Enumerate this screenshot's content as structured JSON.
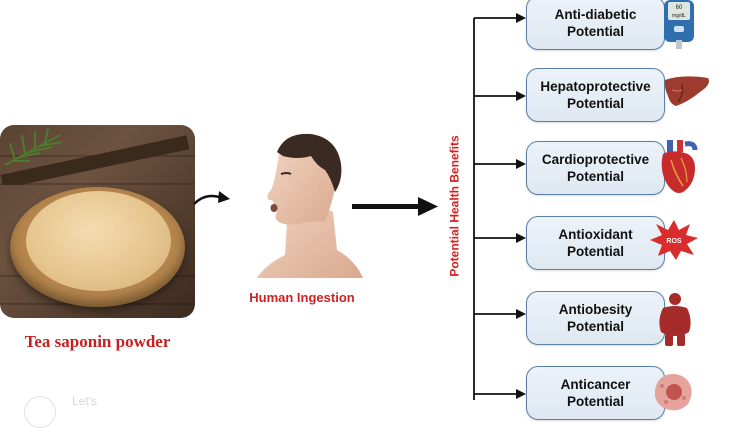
{
  "source": {
    "label": "Tea saponin powder"
  },
  "ingestion": {
    "label": "Human Ingestion"
  },
  "benefits_heading": "Potential Health Benefits",
  "benefits": [
    {
      "label": "Anti-diabetic\nPotential",
      "icon": "glucometer-icon"
    },
    {
      "label": "Hepatoprotective\nPotential",
      "icon": "liver-icon"
    },
    {
      "label": "Cardioprotective\nPotential",
      "icon": "heart-icon"
    },
    {
      "label": "Antioxidant\nPotential",
      "icon": "ros-icon",
      "icon_text": "ROS"
    },
    {
      "label": "Antiobesity\nPotential",
      "icon": "obese-person-icon"
    },
    {
      "label": "Anticancer\nPotential",
      "icon": "cancer-cell-icon"
    }
  ],
  "glucometer_reading": "60",
  "glucometer_unit": "mg/dL",
  "watermark": "Let's",
  "colors": {
    "caption_red": "#d32121",
    "box_border": "#5a7fa5",
    "box_fill": "#e5edf6",
    "arrow": "#111111"
  }
}
